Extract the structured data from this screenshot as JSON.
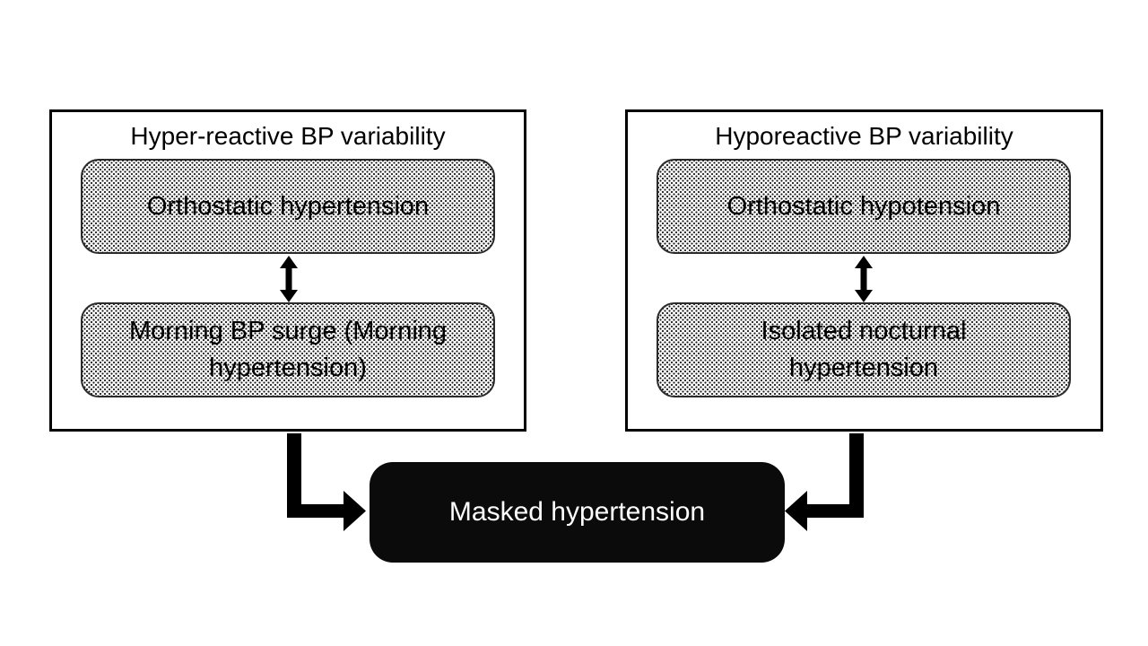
{
  "left_panel": {
    "title": "Hyper-reactive BP variability",
    "boxes": [
      "Orthostatic hypertension",
      "Morning BP surge (Morning hypertension)"
    ]
  },
  "right_panel": {
    "title": "Hyporeactive BP variability",
    "boxes": [
      "Orthostatic hypotension",
      "Isolated nocturnal hypertension"
    ]
  },
  "result_box": {
    "label": "Masked hypertension"
  },
  "colors": {
    "outline": "#000000",
    "dotted_box_border": "#2b2b2b",
    "result_fill": "#0b0b0b",
    "result_text": "#ffffff"
  }
}
